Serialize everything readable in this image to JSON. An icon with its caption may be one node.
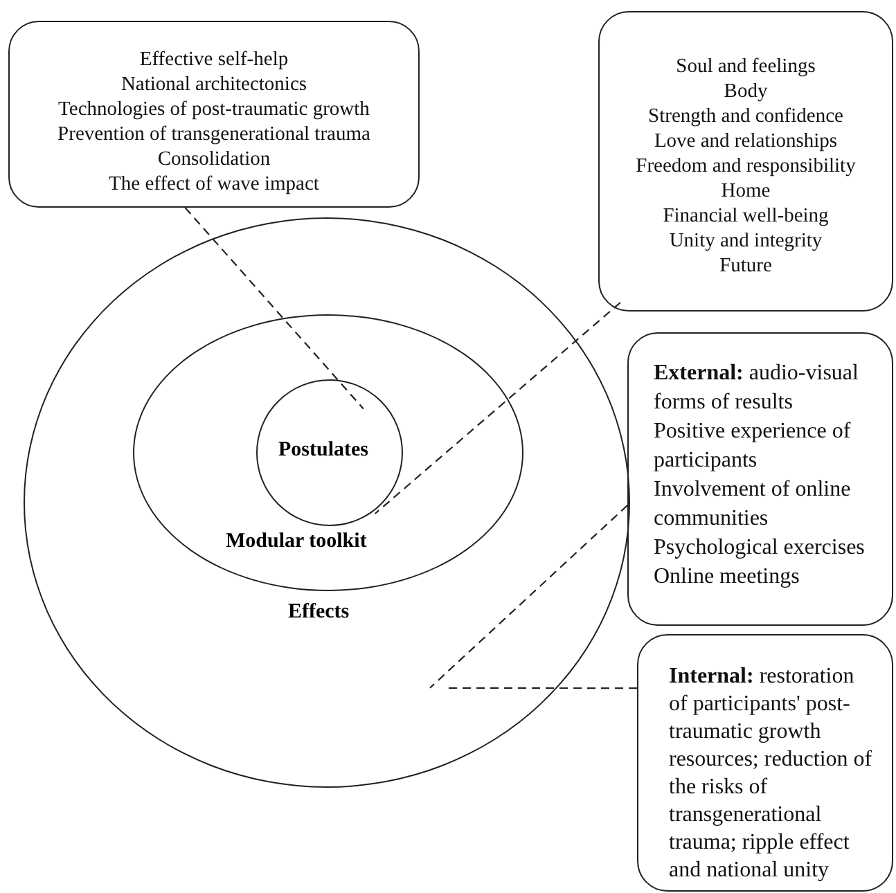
{
  "diagram": {
    "nodes": [
      {
        "text": [
          "Effective self-help",
          "National architectonics",
          "Technologies of post-traumatic growth",
          "Prevention of transgenerational trauma",
          "Consolidation",
          "The effect of wave impact"
        ]
      },
      {
        "text": [
          "Soul and feelings",
          "Body",
          "Strength and confidence",
          "Love and relationships",
          "Freedom and responsibility",
          "Home",
          "Financial well-being",
          "Unity and integrity",
          "Future"
        ]
      },
      {
        "text": [
          "Effects"
        ]
      },
      {
        "text": [
          "Modular toolkit"
        ],
        "in": 2
      },
      {
        "text": [
          "Postulates"
        ],
        "in": 3
      },
      {
        "text": [
          "**External:** audio-visual forms of results",
          "Positive experience of participants",
          "Involvement of online communities",
          "Psychological exercises",
          "Online meetings"
        ]
      },
      {
        "text": [
          "**Internal:** restoration of participants' post-traumatic growth resources; reduction of the risks of transgenerational trauma; ripple effect and national unity"
        ]
      }
    ],
    "edges": [
      {
        "from": 0,
        "to": 4,
        "arrow": "none",
        "style": "dashed"
      },
      {
        "from": 1,
        "to": 3,
        "arrow": "none",
        "style": "dashed"
      },
      {
        "from": 5,
        "to": 2,
        "arrow": "none",
        "style": "dashed"
      },
      {
        "from": 6,
        "to": 2,
        "arrow": "none",
        "style": "dashed"
      }
    ]
  }
}
